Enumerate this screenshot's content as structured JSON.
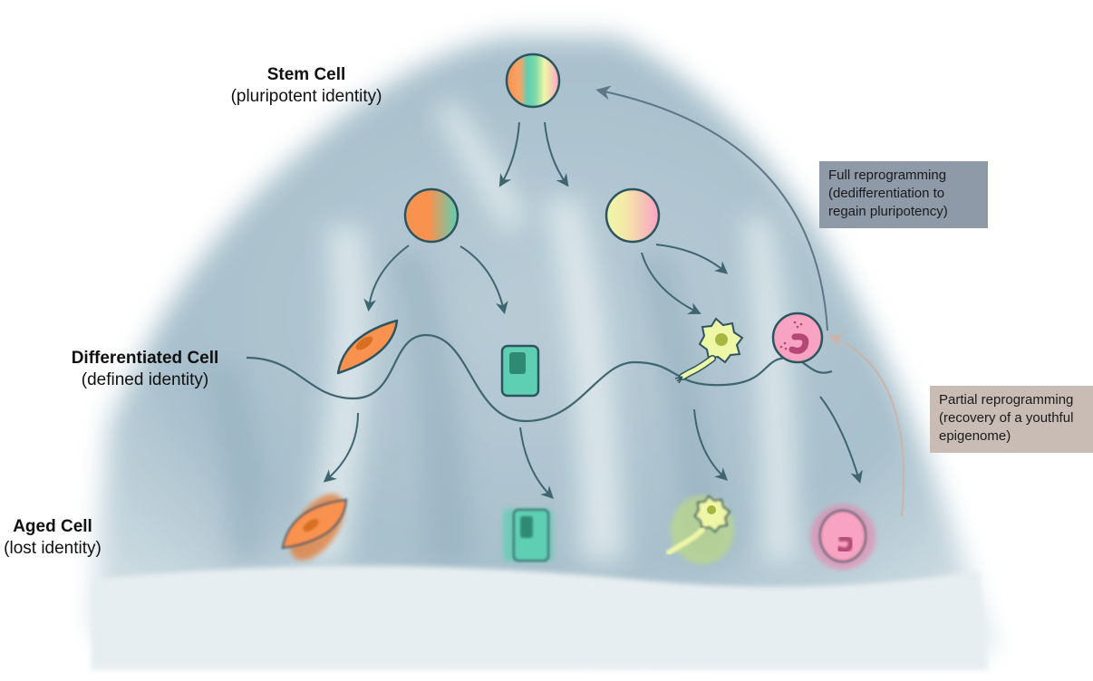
{
  "labels": {
    "stem": {
      "title": "Stem Cell",
      "subtitle": "(pluripotent identity)"
    },
    "differentiated": {
      "title": "Differentiated Cell",
      "subtitle": "(defined identity)"
    },
    "aged": {
      "title": "Aged Cell",
      "subtitle": "(lost identity)"
    }
  },
  "callouts": {
    "full": {
      "lines": [
        "Full reprogramming",
        "(dedifferentiation to",
        "regain pluripotency)"
      ],
      "color": "#8e9aa8"
    },
    "partial": {
      "lines": [
        "Partial reprogramming",
        "(recovery of a youthful",
        "epigenome)"
      ],
      "color": "#c9bcb5"
    }
  },
  "colors": {
    "outline": "#2d5560",
    "arrow": "#3f6670",
    "orange": "#f9924f",
    "teal": "#5fcfb3",
    "yellow": "#eef7a6",
    "pink": "#f8a3c2",
    "full_arrow": "#5f7686",
    "partial_arrow": "#c9b5ab"
  },
  "cells": {
    "stem": "pluripotent stem cell",
    "progenitors": [
      "mesenchymal progenitor",
      "hematopoietic/neural progenitor"
    ],
    "differentiated": [
      "fibroblast",
      "epithelial cell",
      "neuron",
      "neutrophil"
    ],
    "aged": [
      "aged fibroblast",
      "aged epithelial cell",
      "aged neuron",
      "aged neutrophil"
    ]
  }
}
